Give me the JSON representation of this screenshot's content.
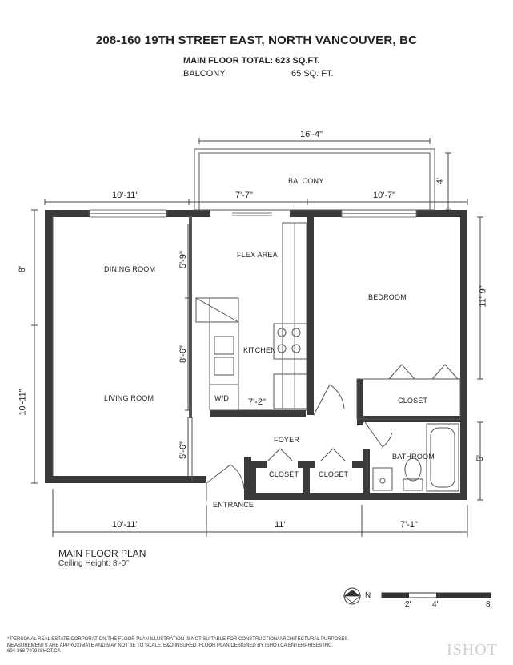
{
  "header": {
    "address": "208-160 19TH STREET EAST, NORTH VANCOUVER, BC",
    "main_floor_label": "MAIN FLOOR TOTAL:",
    "main_floor_value": "623 SQ.FT.",
    "balcony_label": "BALCONY:",
    "balcony_value": "65 SQ. FT."
  },
  "rooms": {
    "balcony": "BALCONY",
    "flex_area": "FLEX AREA",
    "dining_room": "DINING ROOM",
    "living_room": "LIVING ROOM",
    "kitchen": "KITCHEN",
    "washer_dryer": "W/D",
    "bedroom": "BEDROOM",
    "closet_bedroom": "CLOSET",
    "foyer": "FOYER",
    "bathroom": "BATHROOM",
    "closet_1": "CLOSET",
    "closet_2": "CLOSET",
    "entrance": "ENTRANCE"
  },
  "dimensions": {
    "balcony_width": "16'-4\"",
    "balcony_depth": "4'",
    "top_left": "10'-11\"",
    "top_middle": "7'-7\"",
    "top_right": "10'-7\"",
    "left_upper": "8'",
    "left_lower": "10'-11\"",
    "flex_depth": "5'-9\"",
    "kitchen_depth": "8'-6\"",
    "kitchen_width": "7'-2\"",
    "foyer_depth": "5'-6\"",
    "bedroom_depth": "11'-9\"",
    "bathroom_depth": "5'",
    "bottom_left": "10'-11\"",
    "bottom_middle": "11'",
    "bottom_right": "7'-1\""
  },
  "plan": {
    "title": "MAIN FLOOR PLAN",
    "ceiling_height": "Ceiling Height: 8'-0''"
  },
  "compass": {
    "north": "N"
  },
  "scale": {
    "labels": [
      "2'",
      "4'",
      "8'"
    ]
  },
  "footer": {
    "disclaimer_line1": "* PERSONAL REAL ESTATE CORPORATION.THE FLOOR PLAN ILLUSTRATION IS NOT SUITABLE FOR CONSTRUCTION/ ARCHITECTURAL PURPOSES.",
    "disclaimer_line2": "MEASUREMENTS ARE APPROXIMATE AND MAY NOT BE TO SCALE. E&O INSURED. FLOOR PLAN DESIGNED BY ISHOT.CA ENTERPRISES INC.",
    "contact": "604-368-7979  ISHOT.CA",
    "logo": "ISHOT"
  }
}
